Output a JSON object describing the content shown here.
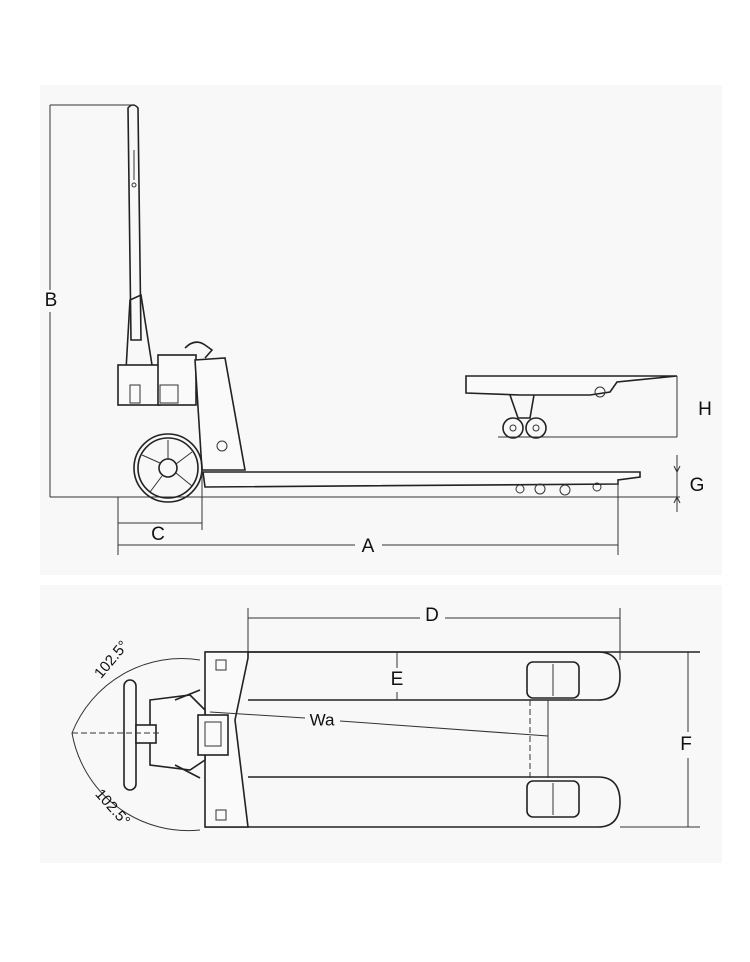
{
  "title": "Pallet truck dimension drawing",
  "side_view": {
    "labels": {
      "A": "A",
      "B": "B",
      "C": "C",
      "G": "G",
      "H": "H"
    }
  },
  "top_view": {
    "labels": {
      "D": "D",
      "E": "E",
      "F": "F",
      "Wa": "Wa"
    },
    "steering_angle_upper": "102.5°",
    "steering_angle_lower": "102.5°"
  },
  "colors": {
    "line": "#222222",
    "panel": "#f8f8f8"
  }
}
